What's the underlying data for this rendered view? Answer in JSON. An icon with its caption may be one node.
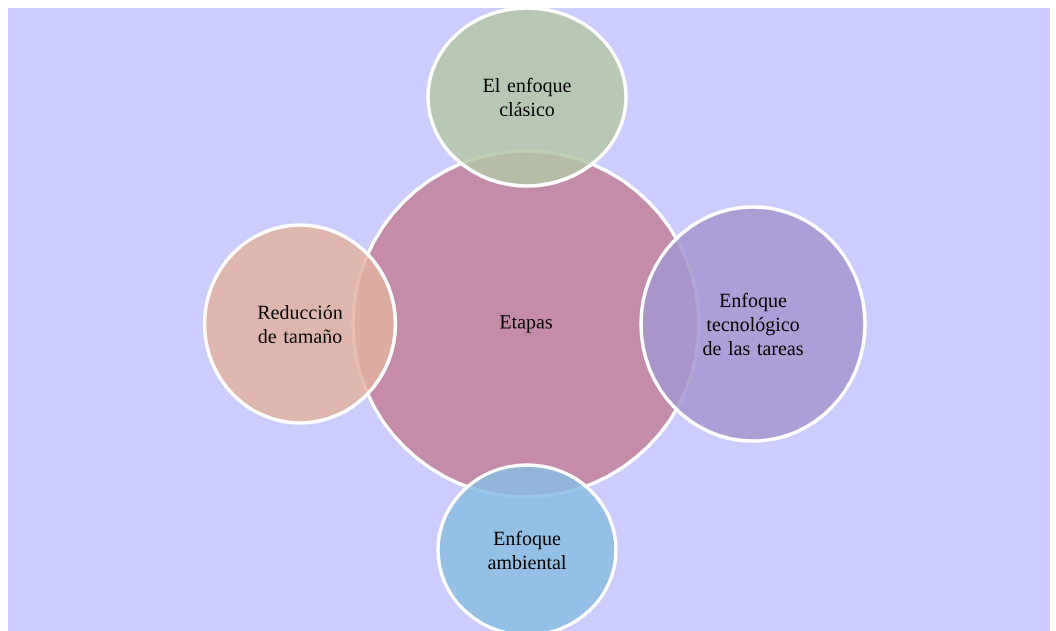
{
  "diagram": {
    "nodes": [
      {
        "text": [
          "Etapas"
        ]
      },
      {
        "text": [
          "El enfoque clásico"
        ]
      },
      {
        "text": [
          "Reducción de tamaño"
        ]
      },
      {
        "text": [
          "Enfoque tecnológico de las tareas"
        ]
      },
      {
        "text": [
          "Enfoque ambiental"
        ]
      }
    ]
  }
}
